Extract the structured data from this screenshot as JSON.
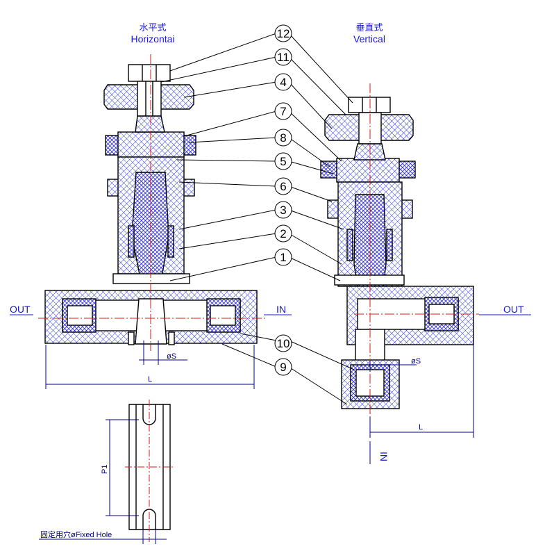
{
  "titles": {
    "horizontal_cn": "水平式",
    "horizontal_en": "Horizontai",
    "vertical_cn": "垂直式",
    "vertical_en": "Vertical"
  },
  "ports": {
    "out_left": "OUT",
    "in_mid": "IN",
    "out_right": "OUT",
    "in_bottom": "IN"
  },
  "dimensions": {
    "s_left": "øS",
    "s_right": "øS",
    "l_left": "L",
    "l_right": "L",
    "p1": "P1",
    "fixed_hole": "固定用穴øFixed Hole"
  },
  "callouts": [
    "12",
    "11",
    "4",
    "7",
    "8",
    "5",
    "6",
    "3",
    "2",
    "1",
    "10",
    "9"
  ],
  "colors": {
    "line": "#1a1acc",
    "hatch": "#2a3ad8",
    "ink": "#000000",
    "centerline": "#d41a1a"
  }
}
